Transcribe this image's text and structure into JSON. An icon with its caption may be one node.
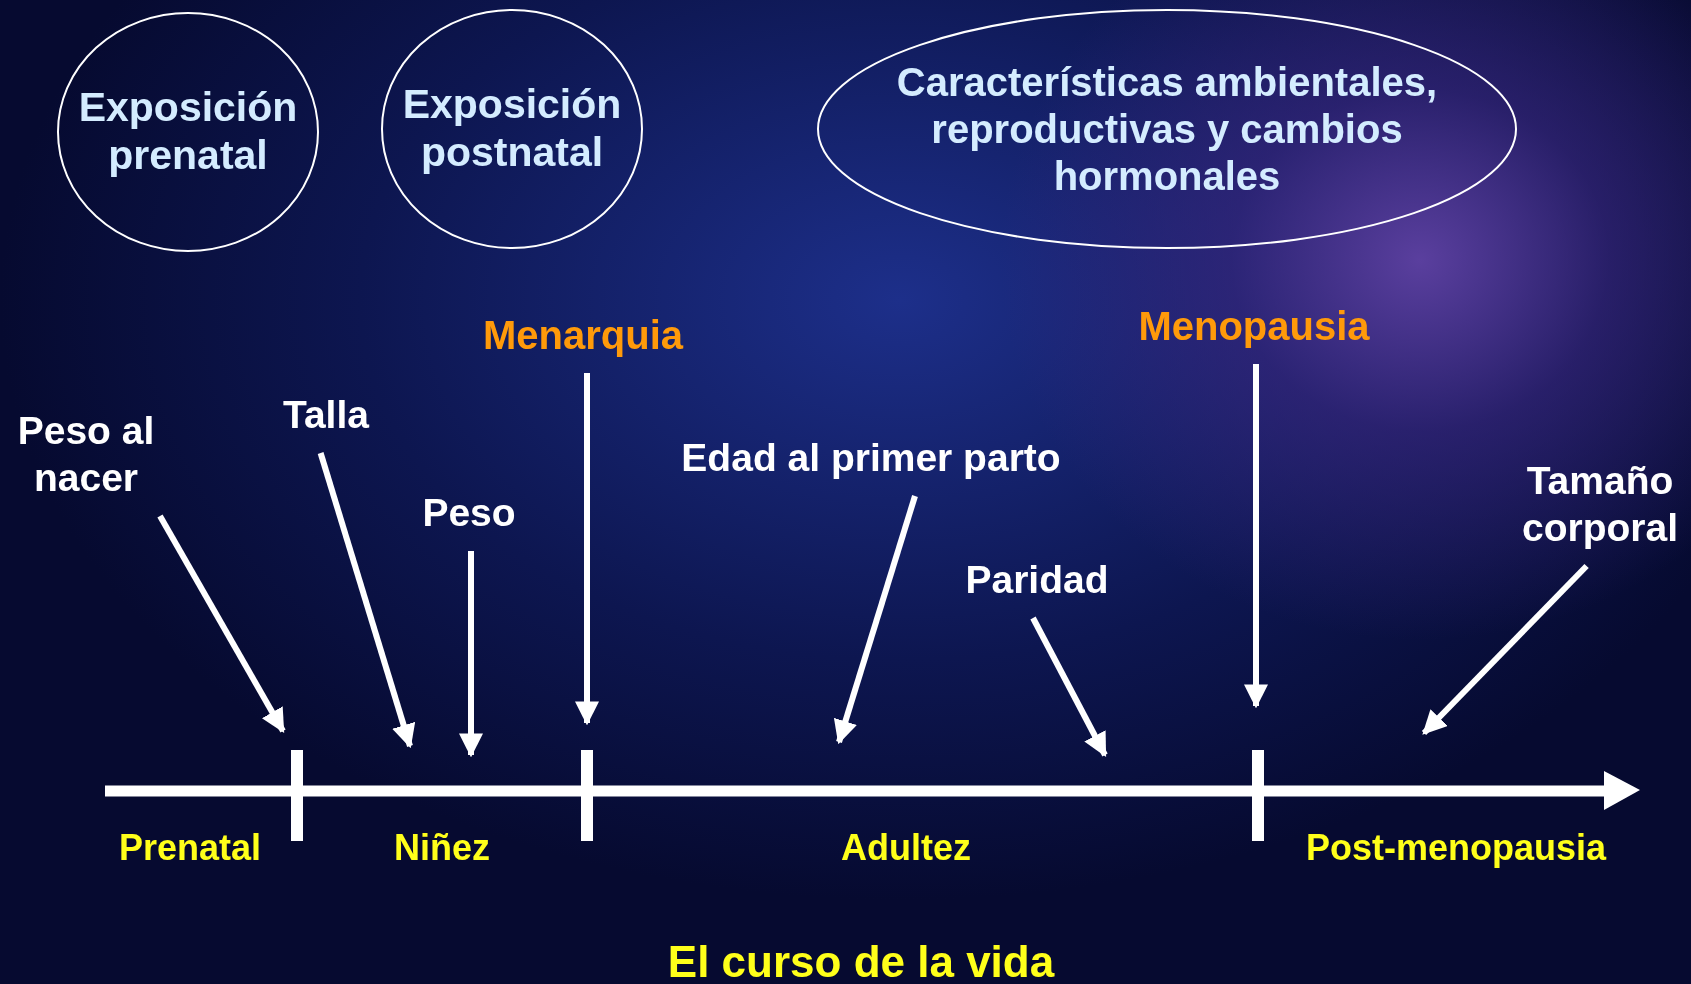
{
  "diagram": {
    "title": "El curso de la vida",
    "nodes": [
      {
        "text": [
          "Exposición prenatal"
        ]
      },
      {
        "text": [
          "Exposición postnatal"
        ]
      },
      {
        "text": [
          "Características ambientales, reproductivas y cambios hormonales"
        ]
      },
      {
        "text": [
          "Peso al nacer"
        ]
      },
      {
        "text": [
          "Talla"
        ]
      },
      {
        "text": [
          "Peso"
        ]
      },
      {
        "text": [
          "Menarquia"
        ]
      },
      {
        "text": [
          "Edad al primer parto"
        ]
      },
      {
        "text": [
          "Paridad"
        ]
      },
      {
        "text": [
          "Menopausia"
        ]
      },
      {
        "text": [
          "Tamaño corporal"
        ]
      }
    ],
    "edges": [
      {
        "from": 3,
        "to": null,
        "arrow": "to"
      },
      {
        "from": 4,
        "to": null,
        "arrow": "to"
      },
      {
        "from": 5,
        "to": null,
        "arrow": "to"
      },
      {
        "from": 6,
        "to": null,
        "arrow": "to"
      },
      {
        "from": 7,
        "to": null,
        "arrow": "to"
      },
      {
        "from": 8,
        "to": null,
        "arrow": "to"
      },
      {
        "from": 9,
        "to": null,
        "arrow": "to"
      },
      {
        "from": 10,
        "to": null,
        "arrow": "to"
      }
    ],
    "labels": [
      "Prenatal",
      "Niñez",
      "Adultez",
      "Post-menopausia"
    ]
  }
}
